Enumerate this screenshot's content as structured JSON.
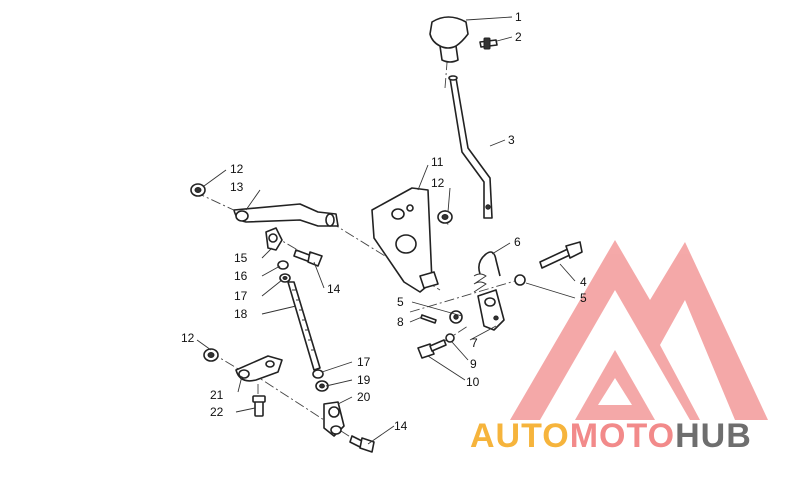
{
  "callouts": [
    "1",
    "2",
    "3",
    "4",
    "5",
    "5",
    "6",
    "7",
    "8",
    "9",
    "10",
    "11",
    "12",
    "12",
    "12",
    "13",
    "14",
    "14",
    "15",
    "16",
    "17",
    "17",
    "18",
    "19",
    "20",
    "21",
    "22"
  ],
  "watermark": {
    "part1": "AUTO",
    "part2": "MOTO",
    "part3": "HUB",
    "color_orange": "#f6b43c",
    "color_red": "#f28a8a",
    "color_gray": "#6e6e6e",
    "triangle_color": "#f39a9a"
  }
}
